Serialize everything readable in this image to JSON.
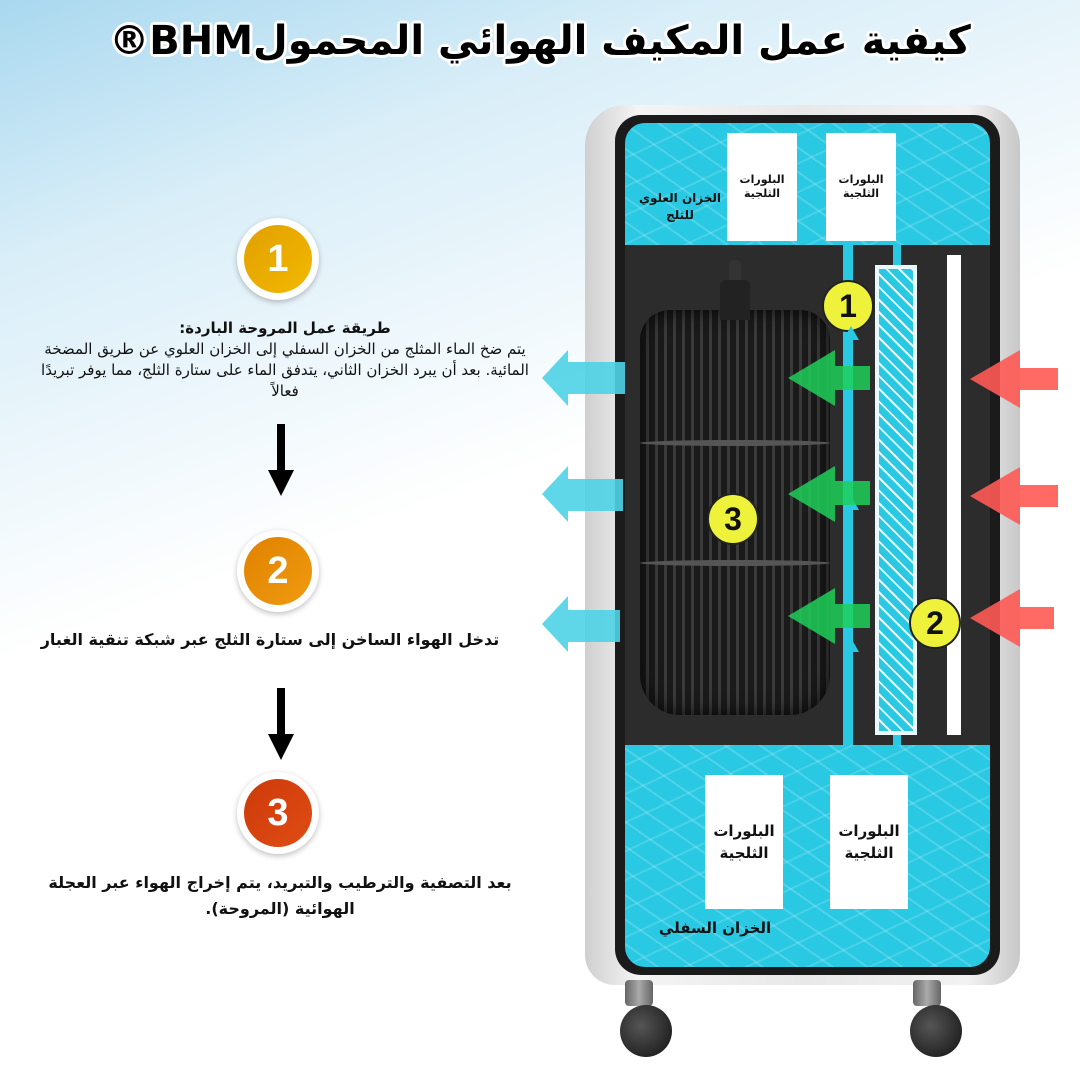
{
  "title": "كيفية عمل المكيف الهوائي المحمولBHM®",
  "steps": [
    {
      "number": "1",
      "color": "#e9a900",
      "heading": "طريقة عمل المروحة الباردة:",
      "body": "يتم ضخ الماء المثلج من الخزان السفلي إلى الخزان العلوي عن طريق المضخة المائية. بعد أن يبرد الخزان الثاني، يتدفق الماء على ستارة الثلج، مما يوفر تبريدًا فعالاً"
    },
    {
      "number": "2",
      "color": "#ec8d00",
      "body": "تدخل الهواء الساخن إلى ستارة الثلج عبر شبكة تنقية الغبار"
    },
    {
      "number": "3",
      "color": "#d9430f",
      "body": "بعد التصفية والترطيب والتبريد، يتم إخراج الهواء عبر العجلة الهوائية (المروحة)."
    }
  ],
  "device": {
    "upper_tank_label": "الخزان العلوي للثلج",
    "lower_tank_label": "الخزان السفلي",
    "ice_crystal_label": "البلورات الثلجية",
    "markers": [
      "1",
      "2",
      "3"
    ]
  },
  "colors": {
    "water": "#29c9e3",
    "hot_air": "#ff5a55",
    "cool_air_inside": "#1ed05a",
    "cool_air_out": "#4fd3e6",
    "marker": "#eef23a"
  }
}
